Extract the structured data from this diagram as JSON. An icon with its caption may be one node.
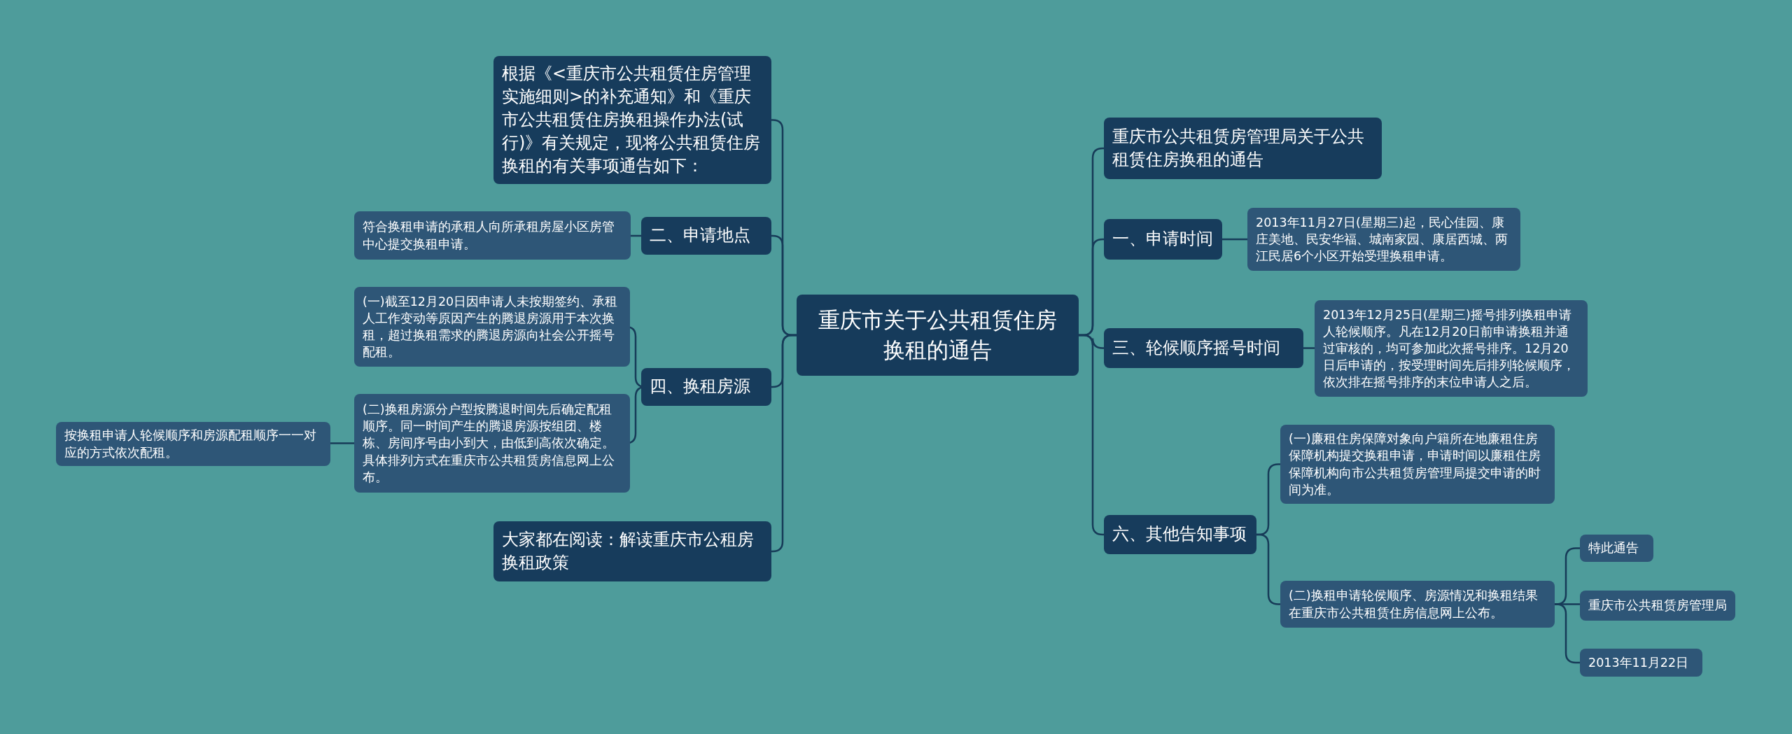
{
  "diagram": {
    "nodes": [
      {
        "text": [
          "重庆市关于公共租赁住房换租的通告"
        ]
      },
      {
        "text": [
          "根据《<重庆市公共租赁住房管理实施细则>的补充通知》和《重庆市公共租赁住房换租操作办法(试行)》有关规定，现将公共租赁住房换租的有关事项通告如下："
        ]
      },
      {
        "text": [
          "二、申请地点"
        ]
      },
      {
        "text": [
          "符合换租申请的承租人向所承租房屋小区房管中心提交换租申请。"
        ]
      },
      {
        "text": [
          "四、换租房源"
        ]
      },
      {
        "text": [
          "(一)截至12月20日因申请人未按期签约、承租人工作变动等原因产生的腾退房源用于本次换租，超过换租需求的腾退房源向社会公开摇号配租。"
        ]
      },
      {
        "text": [
          "(二)换租房源分户型按腾退时间先后确定配租顺序。同一时间产生的腾退房源按组团、楼栋、房间序号由小到大，由低到高依次确定。具体排列方式在重庆市公共租赁房信息网上公布。"
        ]
      },
      {
        "text": [
          "按换租申请人轮候顺序和房源配租顺序一一对应的方式依次配租。"
        ]
      },
      {
        "text": [
          "大家都在阅读：解读重庆市公租房换租政策"
        ]
      },
      {
        "text": [
          "重庆市公共租赁房管理局关于公共租赁住房换租的通告"
        ]
      },
      {
        "text": [
          "一、申请时间"
        ]
      },
      {
        "text": [
          "2013年11月27日(星期三)起，民心佳园、康庄美地、民安华福、城南家园、康居西城、两江民居6个小区开始受理换租申请。"
        ]
      },
      {
        "text": [
          "三、轮候顺序摇号时间"
        ]
      },
      {
        "text": [
          "2013年12月25日(星期三)摇号排列换租申请人轮候顺序。凡在12月20日前申请换租并通过审核的，均可参加此次摇号排序。12月20日后申请的，按受理时间先后排列轮候顺序，依次排在摇号排序的末位申请人之后。"
        ]
      },
      {
        "text": [
          "六、其他告知事项"
        ]
      },
      {
        "text": [
          "(一)廉租住房保障对象向户籍所在地廉租住房保障机构提交换租申请，申请时间以廉租住房保障机构向市公共租赁房管理局提交申请的时间为准。"
        ]
      },
      {
        "text": [
          "(二)换租申请轮侯顺序、房源情况和换租结果在重庆市公共租赁住房信息网上公布。"
        ]
      },
      {
        "text": [
          "特此通告"
        ]
      },
      {
        "text": [
          "重庆市公共租赁房管理局"
        ]
      },
      {
        "text": [
          "2013年11月22日"
        ]
      }
    ],
    "edges": [
      {
        "from": 0,
        "to": 1,
        "arrow": "none"
      },
      {
        "from": 0,
        "to": 2,
        "arrow": "none"
      },
      {
        "from": 2,
        "to": 3,
        "arrow": "none"
      },
      {
        "from": 0,
        "to": 4,
        "arrow": "none"
      },
      {
        "from": 4,
        "to": 5,
        "arrow": "none"
      },
      {
        "from": 4,
        "to": 6,
        "arrow": "none"
      },
      {
        "from": 6,
        "to": 7,
        "arrow": "none"
      },
      {
        "from": 0,
        "to": 8,
        "arrow": "none"
      },
      {
        "from": 0,
        "to": 9,
        "arrow": "none"
      },
      {
        "from": 0,
        "to": 10,
        "arrow": "none"
      },
      {
        "from": 10,
        "to": 11,
        "arrow": "none"
      },
      {
        "from": 0,
        "to": 12,
        "arrow": "none"
      },
      {
        "from": 12,
        "to": 13,
        "arrow": "none"
      },
      {
        "from": 0,
        "to": 14,
        "arrow": "none"
      },
      {
        "from": 14,
        "to": 15,
        "arrow": "none"
      },
      {
        "from": 14,
        "to": 16,
        "arrow": "none"
      },
      {
        "from": 16,
        "to": 17,
        "arrow": "none"
      },
      {
        "from": 16,
        "to": 18,
        "arrow": "none"
      },
      {
        "from": 16,
        "to": 19,
        "arrow": "none"
      }
    ]
  }
}
